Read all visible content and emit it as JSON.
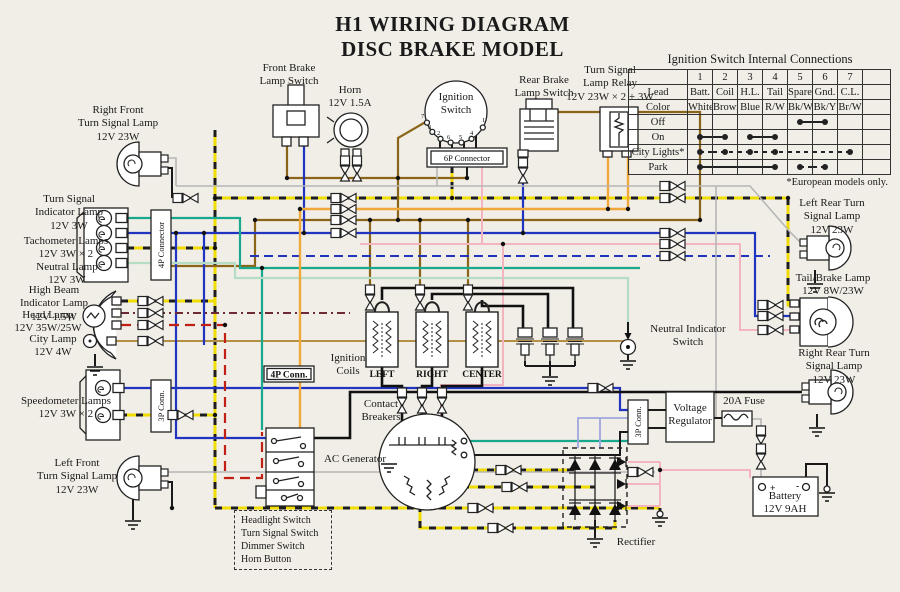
{
  "palette": {
    "paper": "#f1eee7",
    "ink": "#1a1a1a"
  },
  "wire_colors": {
    "yellow": "#f0dc00",
    "brown": "#8a6519",
    "lightbrown": "#b49045",
    "blue": "#2134c0",
    "teal": "#18a88e",
    "palegreen": "#b5ddc3",
    "pink": "#f3b3bf",
    "orange": "#f0a83a",
    "red": "#c32015",
    "maroon": "#6d2a35",
    "gray": "#b6b6b6",
    "lavender": "#a0a6e0",
    "black": "#1a1a1a"
  },
  "title": {
    "line1": "H1 WIRING DIAGRAM",
    "line2": "DISC BRAKE MODEL"
  },
  "table": {
    "title": "Ignition Switch Internal Connections",
    "terminal_numbers": [
      "1",
      "2",
      "3",
      "4",
      "5",
      "6",
      "7"
    ],
    "lead_row_label": "Lead",
    "leads": [
      "Batt.",
      "Coil",
      "H.L.",
      "Tail",
      "Spare",
      "Gnd.",
      "C.L."
    ],
    "color_row_label": "Color",
    "colors": [
      "White",
      "Brown",
      "Blue",
      "R/W",
      "Bk/W",
      "Bk/Y",
      "Br/W"
    ],
    "switch_rows": [
      {
        "label": "Off",
        "segments": [
          {
            "from": 5,
            "to": 6,
            "style": "solid"
          }
        ]
      },
      {
        "label": "On",
        "segments": [
          {
            "from": 1,
            "to": 2,
            "style": "solid"
          },
          {
            "from": 3,
            "to": 4,
            "style": "solid"
          }
        ]
      },
      {
        "label": "City Lights*",
        "segments": [
          {
            "from": 1,
            "to": 7,
            "style": "dashed",
            "dots": [
              1,
              2,
              3,
              4,
              7
            ]
          }
        ]
      },
      {
        "label": "Park",
        "segments": [
          {
            "from": 1,
            "to": 4,
            "style": "solid"
          },
          {
            "from": 5,
            "to": 6,
            "style": "dashed"
          }
        ]
      }
    ],
    "footnote": "*European models only."
  },
  "ignition_switch": {
    "label": "Ignition\nSwitch",
    "terminals": [
      "7",
      "3",
      "2",
      "6",
      "5",
      "4",
      "1"
    ]
  },
  "battery": {
    "plus": "+",
    "minus": "-"
  },
  "labels": {
    "right_front_turn": "Right Front\nTurn Signal Lamp\n12V 23W",
    "front_brake_switch": "Front Brake\nLamp Switch",
    "horn": "Horn\n12V 1.5A",
    "connector_6p": "6P Connector",
    "rear_brake_switch": "Rear Brake\nLamp Switch",
    "turn_signal_relay": "Turn Signal\nLamp Relay\n12V 23W × 2 + 3W",
    "turn_signal_indicator": "Turn Signal\nIndicator Lamp\n12V 3W",
    "tachometer_lamps": "Tachometer Lamps\n12V 3W × 2",
    "neutral_lamp": "Neutral Lamp\n12V 3W",
    "connector_4p": "4P Connector",
    "high_beam": "High Beam\nIndicator Lamp\n12V 1.5W",
    "head_lamp": "Head Lamp\n12V 35W/25W",
    "city_lamp": "City Lamp\n12V 4W",
    "speedometer_lamps": "Speedometer Lamps\n12V 3W × 2",
    "conn_3p_left": "3P Conn.",
    "left_front_turn": "Left Front\nTurn Signal Lamp\n12V 23W",
    "left_rear_turn": "Left Rear Turn\nSignal Lamp\n12V 23W",
    "tail_brake_lamp": "Tail/Brake Lamp\n12V 8W/23W",
    "right_rear_turn": "Right Rear Turn\nSignal Lamp\n12V 23W",
    "ignition_coils": "Ignition\nCoils",
    "coil_left": "LEFT",
    "coil_right": "RIGHT",
    "coil_center": "CENTER",
    "neutral_indicator_switch": "Neutral Indicator\nSwitch",
    "contact_breakers": "Contact\nBreakers",
    "ac_generator": "AC Generator",
    "conn_4p_mid": "4P Conn.",
    "voltage_regulator": "Voltage\nRegulator",
    "conn_3p_right": "3P Conn.",
    "fuse": "20A Fuse",
    "battery": "Battery\n12V 9AH",
    "rectifier": "Rectifier",
    "handlebar_switches": "Headlight Switch\nTurn Signal Switch\nDimmer Switch\nHorn Button"
  }
}
